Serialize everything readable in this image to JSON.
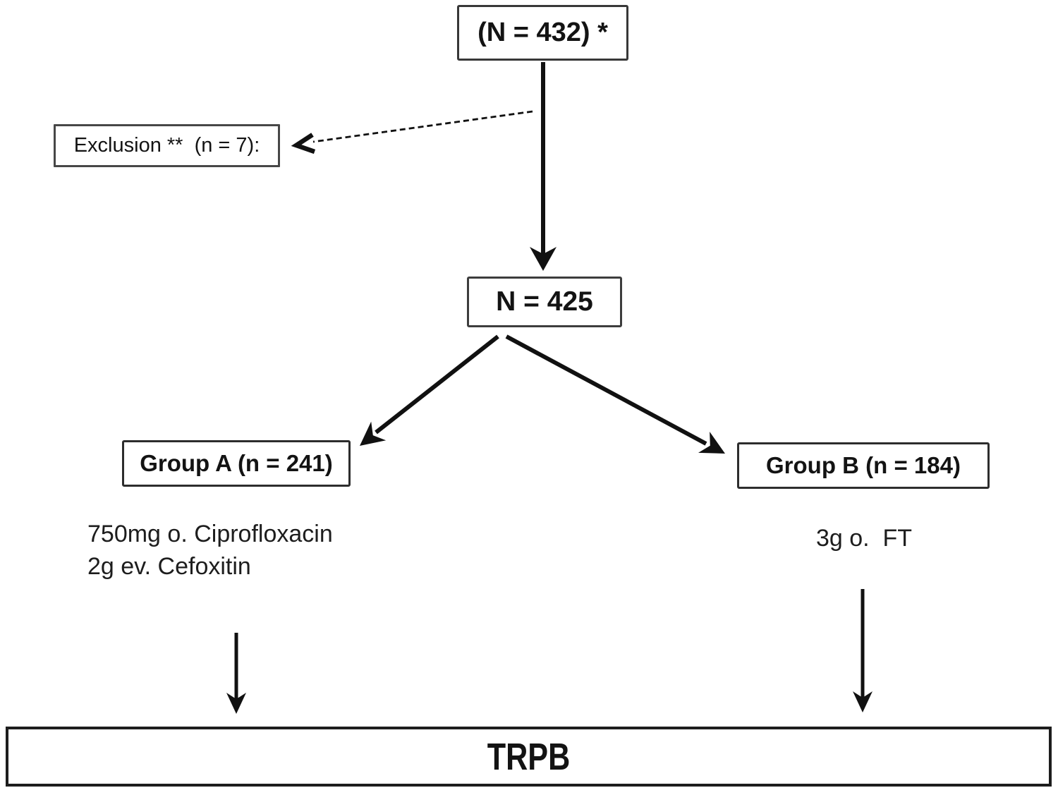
{
  "diagram": {
    "nodes": {
      "total": {
        "label": "(N = 432) *"
      },
      "exclusion": {
        "label": "Exclusion **  (n = 7):"
      },
      "included": {
        "label": "N = 425"
      },
      "group_a": {
        "label": "Group A (n = 241)"
      },
      "group_b": {
        "label": "Group B (n = 184)"
      },
      "trpb": {
        "label": "TRPB"
      }
    },
    "annotations": {
      "group_a_treatment": [
        "750mg o. Ciprofloxacin",
        "2g ev. Cefoxitin"
      ],
      "group_b_treatment": "3g o.  FT"
    },
    "edges": [
      {
        "from": "total",
        "to": "included",
        "style": "solid"
      },
      {
        "from": "total",
        "to": "exclusion",
        "style": "dashed"
      },
      {
        "from": "included",
        "to": "group_a",
        "style": "solid"
      },
      {
        "from": "included",
        "to": "group_b",
        "style": "solid"
      },
      {
        "from": "group_a",
        "to": "trpb",
        "style": "solid"
      },
      {
        "from": "group_b",
        "to": "trpb",
        "style": "solid"
      }
    ],
    "colors": {
      "background": "#ffffff",
      "line": "#111111",
      "box_border": "#2d2d2d",
      "text": "#131313"
    }
  }
}
